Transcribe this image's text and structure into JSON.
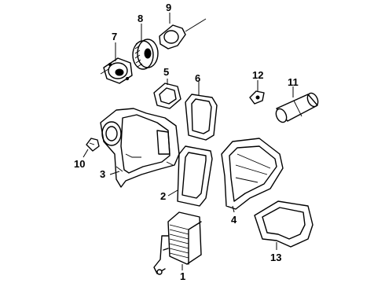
{
  "callouts": [
    {
      "id": "c1",
      "text": "1"
    },
    {
      "id": "c2",
      "text": "2"
    },
    {
      "id": "c3",
      "text": "3"
    },
    {
      "id": "c4",
      "text": "4"
    },
    {
      "id": "c5",
      "text": "5"
    },
    {
      "id": "c6",
      "text": "6"
    },
    {
      "id": "c7",
      "text": "7"
    },
    {
      "id": "c8",
      "text": "8"
    },
    {
      "id": "c9",
      "text": "9"
    },
    {
      "id": "c10",
      "text": "10"
    },
    {
      "id": "c11",
      "text": "11"
    },
    {
      "id": "c12",
      "text": "12"
    },
    {
      "id": "c13",
      "text": "13"
    }
  ],
  "colors": {
    "ink": "#000000",
    "paper": "#ffffff"
  }
}
